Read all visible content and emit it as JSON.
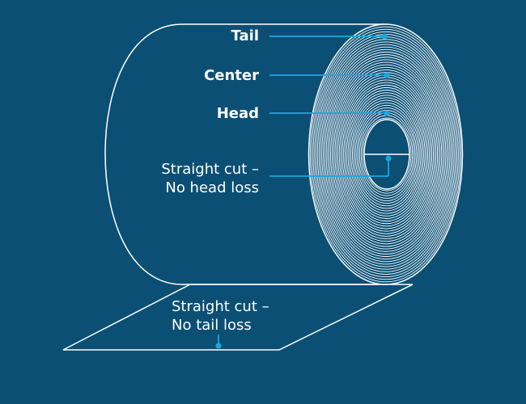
{
  "colors": {
    "background": "#0b4f74",
    "line": "#ffffff",
    "callout": "#1aa7e0"
  },
  "labels": {
    "tail": "Tail",
    "center": "Center",
    "head": "Head",
    "straight_cut_head": [
      "Straight cut –",
      "No head loss"
    ],
    "straight_cut_tail": [
      "Straight cut –",
      "No tail loss"
    ]
  }
}
